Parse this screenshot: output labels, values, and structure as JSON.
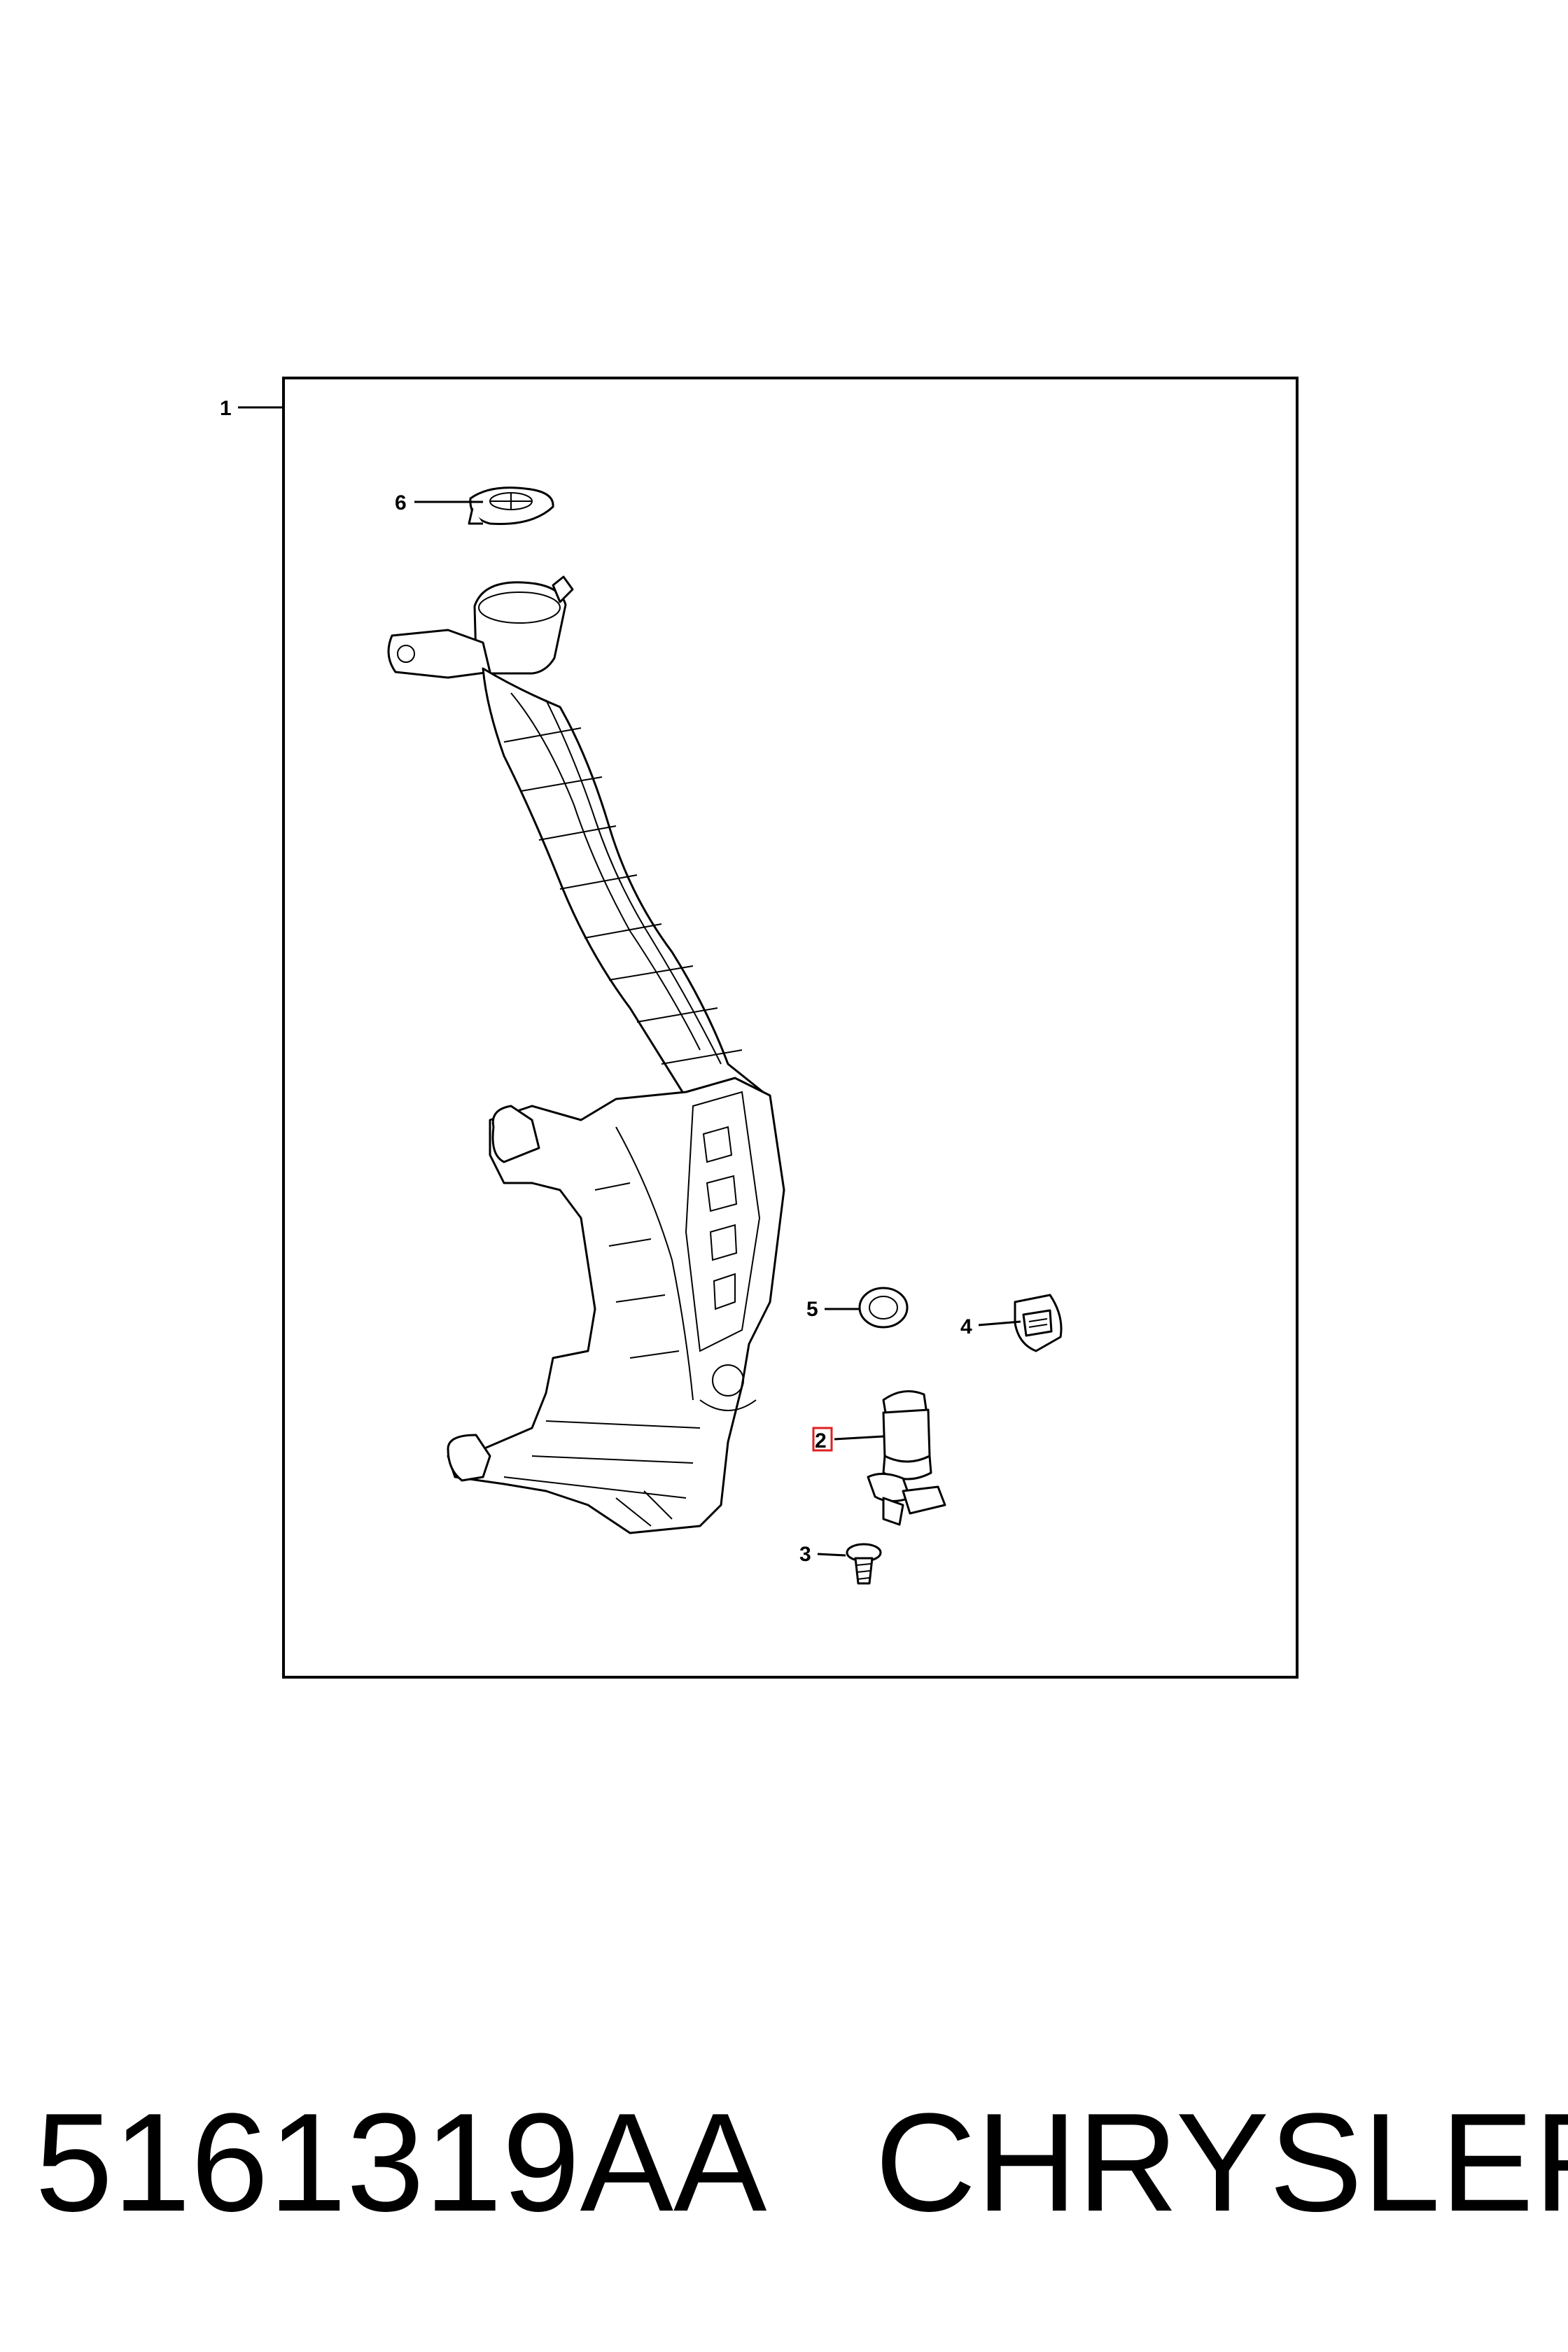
{
  "diagram": {
    "callouts": {
      "c1": "1",
      "c2": "2",
      "c3": "3",
      "c4": "4",
      "c5": "5",
      "c6": "6"
    },
    "highlight_color": "#e02020"
  },
  "footer": {
    "part_number": "5161319AA",
    "brand": "CHRYSLER"
  }
}
